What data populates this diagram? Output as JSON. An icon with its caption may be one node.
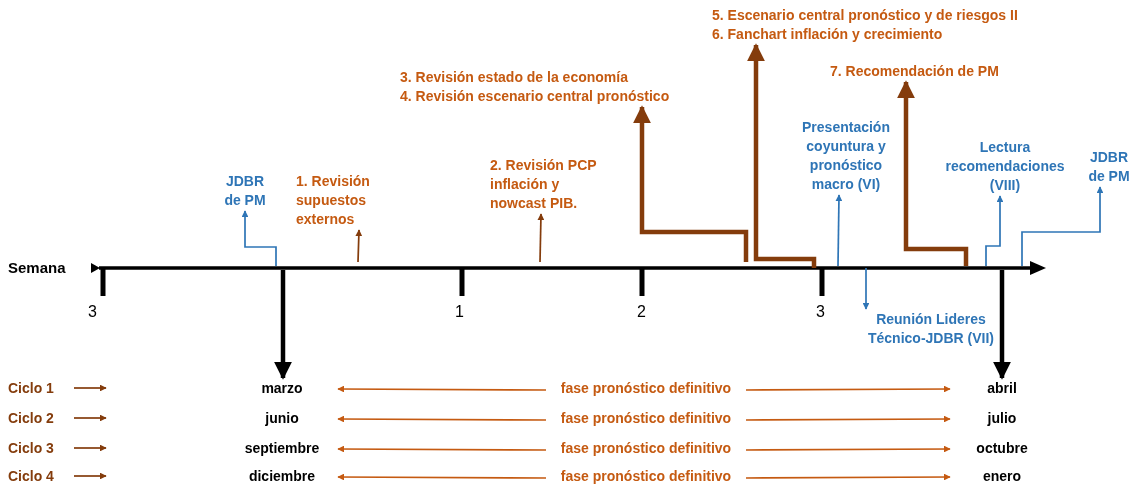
{
  "diagram": {
    "nodes": [
      {
        "text": [
          "5. Escenario central pronóstico y de riesgos II",
          "6. Fanchart inflación y crecimiento"
        ]
      },
      {
        "text": [
          "7. Recomendación de PM"
        ]
      },
      {
        "text": [
          "3. Revisión estado de la economía",
          "4. Revisión escenario central pronóstico"
        ]
      },
      {
        "text": [
          "Presentación coyuntura y pronóstico macro (VI)"
        ]
      },
      {
        "text": [
          "Lectura recomendaciones (VIII)"
        ]
      },
      {
        "text": [
          "2. Revisión PCP inflación y nowcast PIB."
        ]
      },
      {
        "text": [
          "JDBR de PM"
        ]
      },
      {
        "text": [
          "1. Revisión supuestos externos"
        ]
      },
      {
        "text": [
          "JDBR de PM"
        ]
      },
      {
        "text": [
          "Reunión Lideres Técnico-JDBR (VII)"
        ]
      },
      {
        "text": [
          "Ciclo 1"
        ]
      },
      {
        "text": [
          "marzo"
        ]
      },
      {
        "text": [
          "fase pronóstico definitivo"
        ]
      },
      {
        "text": [
          "abril"
        ]
      },
      {
        "text": [
          "Ciclo 2"
        ]
      },
      {
        "text": [
          "junio"
        ]
      },
      {
        "text": [
          "fase pronóstico definitivo"
        ]
      },
      {
        "text": [
          "julio"
        ]
      },
      {
        "text": [
          "Ciclo 3"
        ]
      },
      {
        "text": [
          "septiembre"
        ]
      },
      {
        "text": [
          "fase pronóstico definitivo"
        ]
      },
      {
        "text": [
          "octubre"
        ]
      },
      {
        "text": [
          "Ciclo 4"
        ]
      },
      {
        "text": [
          "diciembre"
        ]
      },
      {
        "text": [
          "fase pronóstico definitivo"
        ]
      },
      {
        "text": [
          "enero"
        ]
      }
    ],
    "edges": [
      {
        "from": null,
        "to": 0,
        "arrow": "to",
        "style": "thick"
      },
      {
        "from": null,
        "to": 1,
        "arrow": "to",
        "style": "thick"
      },
      {
        "from": null,
        "to": 2,
        "arrow": "to",
        "style": "thick"
      },
      {
        "from": null,
        "to": 3,
        "arrow": "to",
        "color": "#2e75b6"
      },
      {
        "from": null,
        "to": 4,
        "arrow": "to",
        "color": "#2e75b6"
      },
      {
        "from": null,
        "to": 5,
        "arrow": "to"
      },
      {
        "from": null,
        "to": 6,
        "arrow": "to",
        "color": "#2e75b6"
      },
      {
        "from": null,
        "to": 7,
        "arrow": "to"
      },
      {
        "from": null,
        "to": 8,
        "arrow": "to",
        "color": "#2e75b6"
      },
      {
        "from": null,
        "to": 9,
        "arrow": "to",
        "color": "#2e75b6"
      },
      {
        "from": null,
        "to": 11,
        "arrow": "to",
        "style": "thick",
        "color": "#000000"
      },
      {
        "from": null,
        "to": 13,
        "arrow": "to",
        "style": "thick",
        "color": "#000000"
      },
      {
        "from": 10,
        "to": null,
        "arrow": "to"
      },
      {
        "from": 12,
        "to": 11,
        "arrow": "to",
        "color": "#c55a11"
      },
      {
        "from": 12,
        "to": 13,
        "arrow": "to",
        "color": "#c55a11"
      },
      {
        "from": 14,
        "to": null,
        "arrow": "to"
      },
      {
        "from": 16,
        "to": 15,
        "arrow": "to",
        "color": "#c55a11"
      },
      {
        "from": 16,
        "to": 17,
        "arrow": "to",
        "color": "#c55a11"
      },
      {
        "from": 18,
        "to": null,
        "arrow": "to"
      },
      {
        "from": 20,
        "to": 19,
        "arrow": "to",
        "color": "#c55a11"
      },
      {
        "from": 20,
        "to": 21,
        "arrow": "to",
        "color": "#c55a11"
      },
      {
        "from": 22,
        "to": null,
        "arrow": "to"
      },
      {
        "from": 24,
        "to": 23,
        "arrow": "to",
        "color": "#c55a11"
      },
      {
        "from": 24,
        "to": 25,
        "arrow": "to",
        "color": "#c55a11"
      }
    ],
    "labels": [
      "Semana",
      "3",
      "1",
      "2",
      "3"
    ]
  }
}
